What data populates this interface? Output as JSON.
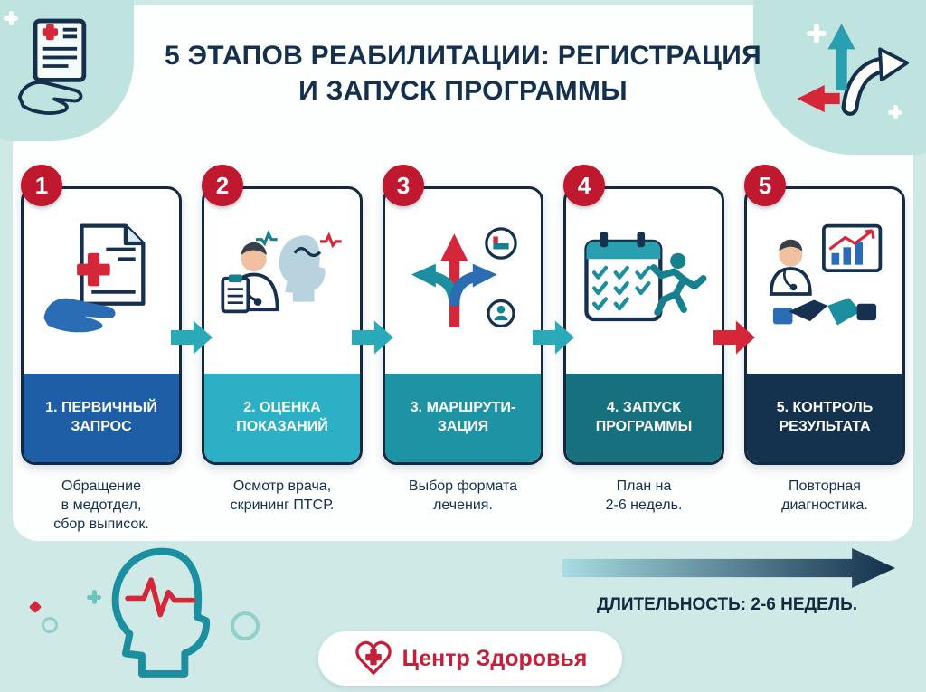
{
  "page": {
    "background": "#cfe9e6",
    "panel_color": "#fdfefe"
  },
  "header": {
    "title": "5 ЭТАПОВ РЕАБИЛИТАЦИИ: РЕГИСТРАЦИЯ\nИ ЗАПУСК ПРОГРАММЫ",
    "title_color": "#14304d"
  },
  "badge_color": "#c0182f",
  "steps": [
    {
      "number": "1",
      "label": "1. ПЕРВИЧНЫЙ\nЗАПРОС",
      "description": "Обращение\nв медотдел,\nсбор выписок.",
      "label_color": "#1e5ea7",
      "icon": "hand-holding-document-icon"
    },
    {
      "number": "2",
      "label": "2. ОЦЕНКА\nПОКАЗАНИЙ",
      "description": "Осмотр врача,\nскрининг ПТСР.",
      "label_color": "#2cb0c5",
      "icon": "doctor-assessment-icon"
    },
    {
      "number": "3",
      "label": "3. МАРШРУТИ-\nЗАЦИЯ",
      "description": "Выбор формата\nлечения.",
      "label_color": "#1d93a4",
      "icon": "routing-arrows-icon"
    },
    {
      "number": "4",
      "label": "4. ЗАПУСК\nПРОГРАММЫ",
      "description": "План на\n2-6 недель.",
      "label_color": "#17707e",
      "icon": "calendar-runner-icon"
    },
    {
      "number": "5",
      "label": "5. КОНТРОЛЬ\nРЕЗУЛЬТАТА",
      "description": "Повторная\nдиагностика.",
      "label_color": "#14324e",
      "icon": "doctor-handshake-chart-icon"
    }
  ],
  "arrow_colors": [
    "#2aa9b8",
    "#2aa9b8",
    "#2aa9b8",
    "#d6263a"
  ],
  "duration": {
    "label": "ДЛИТЕЛЬНОСТЬ: 2-6 НЕДЕЛЬ.",
    "gradient_start": "#a7dde2",
    "gradient_end": "#122f4c"
  },
  "brand": {
    "name": "Центр Здоровья",
    "color": "#c5203a"
  }
}
